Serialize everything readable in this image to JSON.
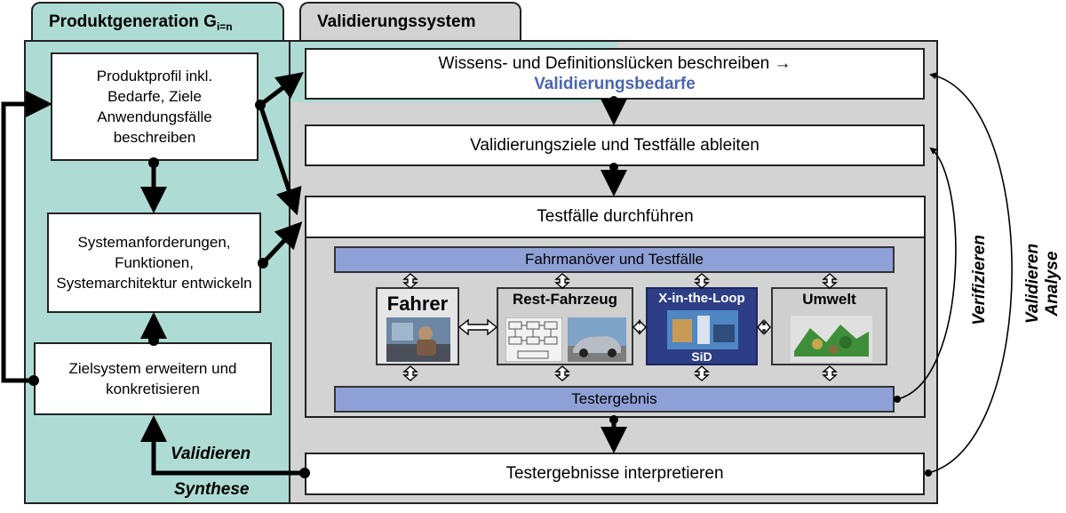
{
  "tabs": {
    "produktgeneration": {
      "label": "Produktgeneration G",
      "subscript": "i=n"
    },
    "validierungssystem": {
      "label": "Validierungssystem"
    }
  },
  "left": {
    "produktprofil": "Produktprofil inkl. Bedarfe, Ziele Anwendungsfälle beschreiben",
    "systemanforderungen": "Systemanforderungen, Funktionen, Systemarchitektur entwickeln",
    "zielsystem": "Zielsystem erweitern und konkretisieren",
    "validieren_label": "Validieren",
    "synthese_label": "Synthese"
  },
  "right": {
    "wissen_line1": "Wissens- und Definitionslücken beschreiben →",
    "wissen_highlight": "Validierungsbedarfe",
    "validierungsziele": "Validierungsziele und Testfälle ableiten",
    "testfaelle_durchfuehren": "Testfälle durchführen",
    "fahrmanoever": "Fahrmanöver und Testfälle",
    "testergebnis": "Testergebnis",
    "testergebnisse_interpretieren": "Testergebnisse interpretieren"
  },
  "components": {
    "fahrer": "Fahrer",
    "rest_fahrzeug": "Rest-Fahrzeug",
    "xil": "X-in-the-Loop",
    "xil_sub": "SiD",
    "umwelt": "Umwelt"
  },
  "side_labels": {
    "verifizieren": "Verifizieren",
    "validieren": "Validieren",
    "analyse": "Analyse"
  },
  "colors": {
    "teal": "#aedcd4",
    "grey": "#d3d3d3",
    "blue_bar": "#8fa0d6",
    "blue_highlight": "#4a66b0",
    "xil_dark": "#2d3e86"
  }
}
